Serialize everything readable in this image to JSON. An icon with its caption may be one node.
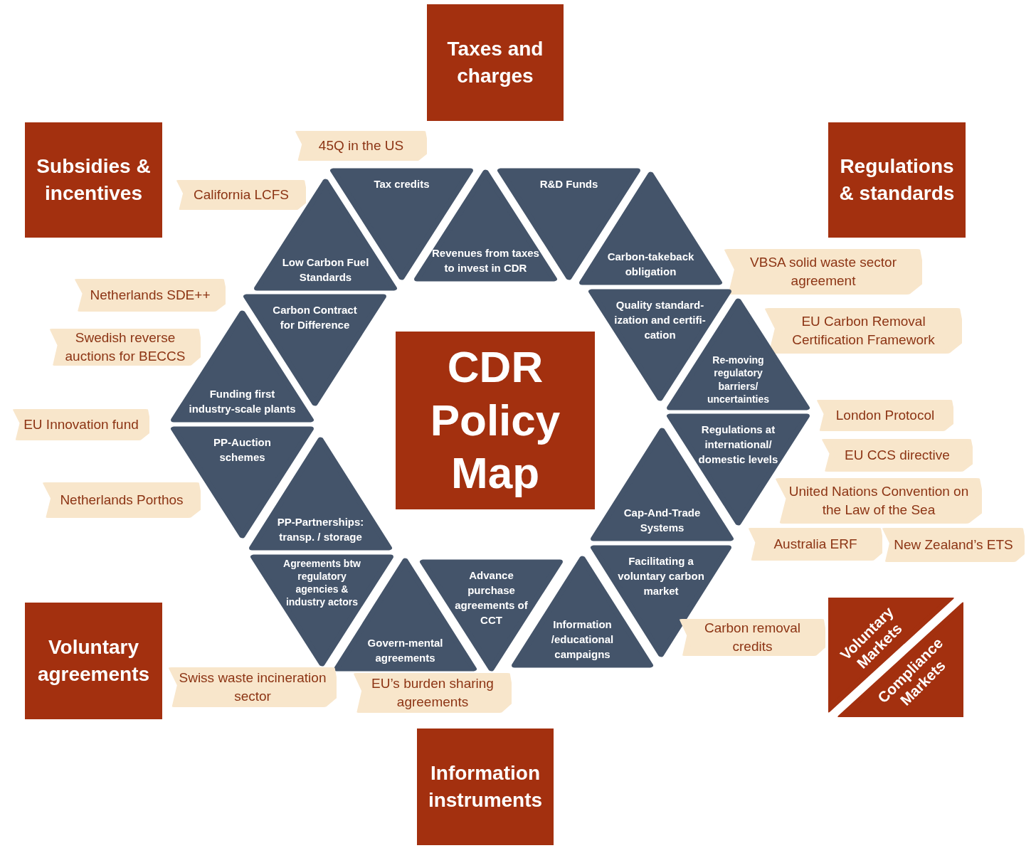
{
  "diagram": {
    "nodes": [
      {
        "text": [
          "Taxes and charges"
        ]
      },
      {
        "text": [
          "45Q in the US"
        ]
      },
      {
        "text": [
          "Subsidies & incentives"
        ]
      },
      {
        "text": [
          "Regulations & standards"
        ]
      },
      {
        "text": [
          "California LCFS"
        ]
      },
      {
        "text": [
          "Tax credits"
        ]
      },
      {
        "text": [
          "R&D Funds"
        ]
      },
      {
        "text": [
          "Revenues from taxes to invest in CDR"
        ]
      },
      {
        "text": [
          "Low Carbon Fuel Standards"
        ]
      },
      {
        "text": [
          "Carbon-takeback obligation"
        ]
      },
      {
        "text": [
          "VBSA solid waste sector agreement"
        ]
      },
      {
        "text": [
          "Netherlands SDE++"
        ]
      },
      {
        "text": [
          "Carbon Contract for Difference"
        ]
      },
      {
        "text": [
          "Quality standard-ization and certifi-cation"
        ]
      },
      {
        "text": [
          "EU Carbon Removal Certification Framework"
        ]
      },
      {
        "text": [
          "Swedish reverse auctions for BECCS"
        ]
      },
      {
        "text": [
          "Re-moving regulatory barriers/ uncertainties"
        ]
      },
      {
        "text": [
          "CDR Policy Map"
        ]
      },
      {
        "text": [
          "Funding first industry-scale plants"
        ]
      },
      {
        "text": [
          "EU Innovation fund"
        ]
      },
      {
        "text": [
          "London Protocol"
        ]
      },
      {
        "text": [
          "PP-Auction schemes"
        ]
      },
      {
        "text": [
          "Regulations at international/ domestic levels"
        ]
      },
      {
        "text": [
          "EU CCS directive"
        ]
      },
      {
        "text": [
          "Netherlands Porthos"
        ]
      },
      {
        "text": [
          "Cap-And-Trade Systems"
        ]
      },
      {
        "text": [
          "United Nations Convention on the Law of the Sea"
        ]
      },
      {
        "text": [
          "PP-Partnerships: transp. / storage"
        ]
      },
      {
        "text": [
          "Australia ERF"
        ]
      },
      {
        "text": [
          "New Zealand’s ETS"
        ]
      },
      {
        "text": [
          "Agreements btw regulatory agencies & industry actors"
        ]
      },
      {
        "text": [
          "Facilitating a voluntary carbon market"
        ]
      },
      {
        "text": [
          "Govern-mental agreements"
        ]
      },
      {
        "text": [
          "Advance purchase agreements of CCT"
        ]
      },
      {
        "text": [
          "Information /educational campaigns"
        ]
      },
      {
        "text": [
          "Voluntary agreements"
        ]
      },
      {
        "text": [
          "Voluntary Markets",
          "Compliance Markets"
        ]
      },
      {
        "text": [
          "Carbon removal credits"
        ]
      },
      {
        "text": [
          "Swiss waste incineration sector"
        ]
      },
      {
        "text": [
          "EU’s burden sharing agreements"
        ]
      },
      {
        "text": [
          "Information instruments"
        ]
      }
    ]
  }
}
